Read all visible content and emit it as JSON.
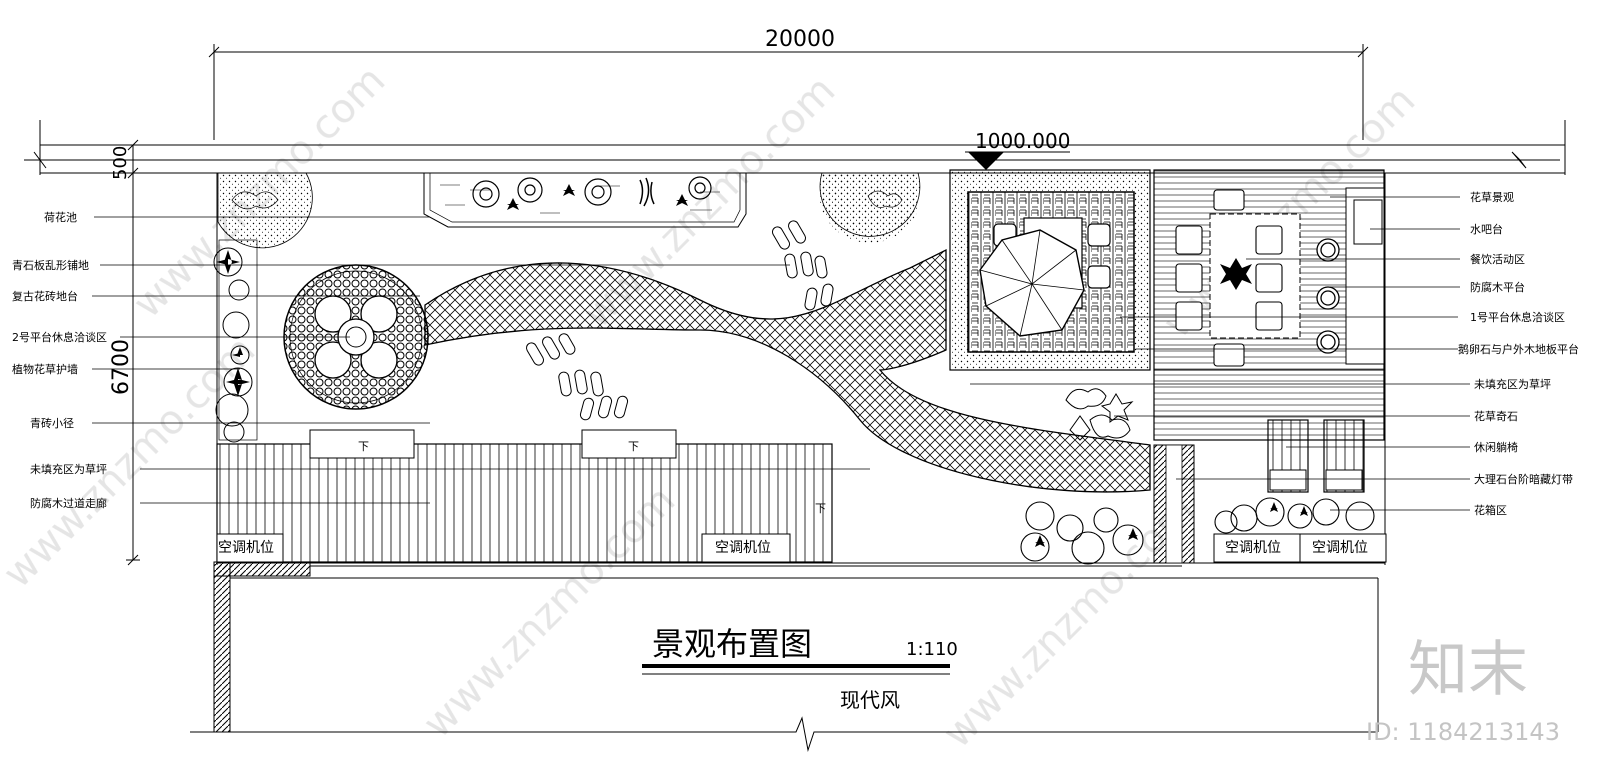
{
  "dimensions": {
    "width_total": "20000",
    "height_total": "6700",
    "height_top": "500",
    "elevation": "1000.000"
  },
  "labels_left": [
    "荷花池",
    "青石板乱形铺地",
    "复古花砖地台",
    "2号平台休息洽谈区",
    "植物花草护墙",
    "青砖小径",
    "未填充区为草坪",
    "防腐木过道走廊"
  ],
  "labels_right": [
    "花草景观",
    "水吧台",
    "餐饮活动区",
    "防腐木平台",
    "1号平台休息洽谈区",
    "鹅卵石与户外木地板平台",
    "未填充区为草坪",
    "花草奇石",
    "休闲躺椅",
    "大理石台阶暗藏灯带",
    "花箱区"
  ],
  "ac_units": [
    "空调机位",
    "空调机位",
    "空调机位",
    "空调机位"
  ],
  "stair_marks": [
    "下",
    "下",
    "下"
  ],
  "title": {
    "main": "景观布置图",
    "scale": "1:110",
    "style": "现代风"
  },
  "watermark": {
    "brand": "知末",
    "id": "ID: 1184213143",
    "site": "www.znzmo.com"
  }
}
